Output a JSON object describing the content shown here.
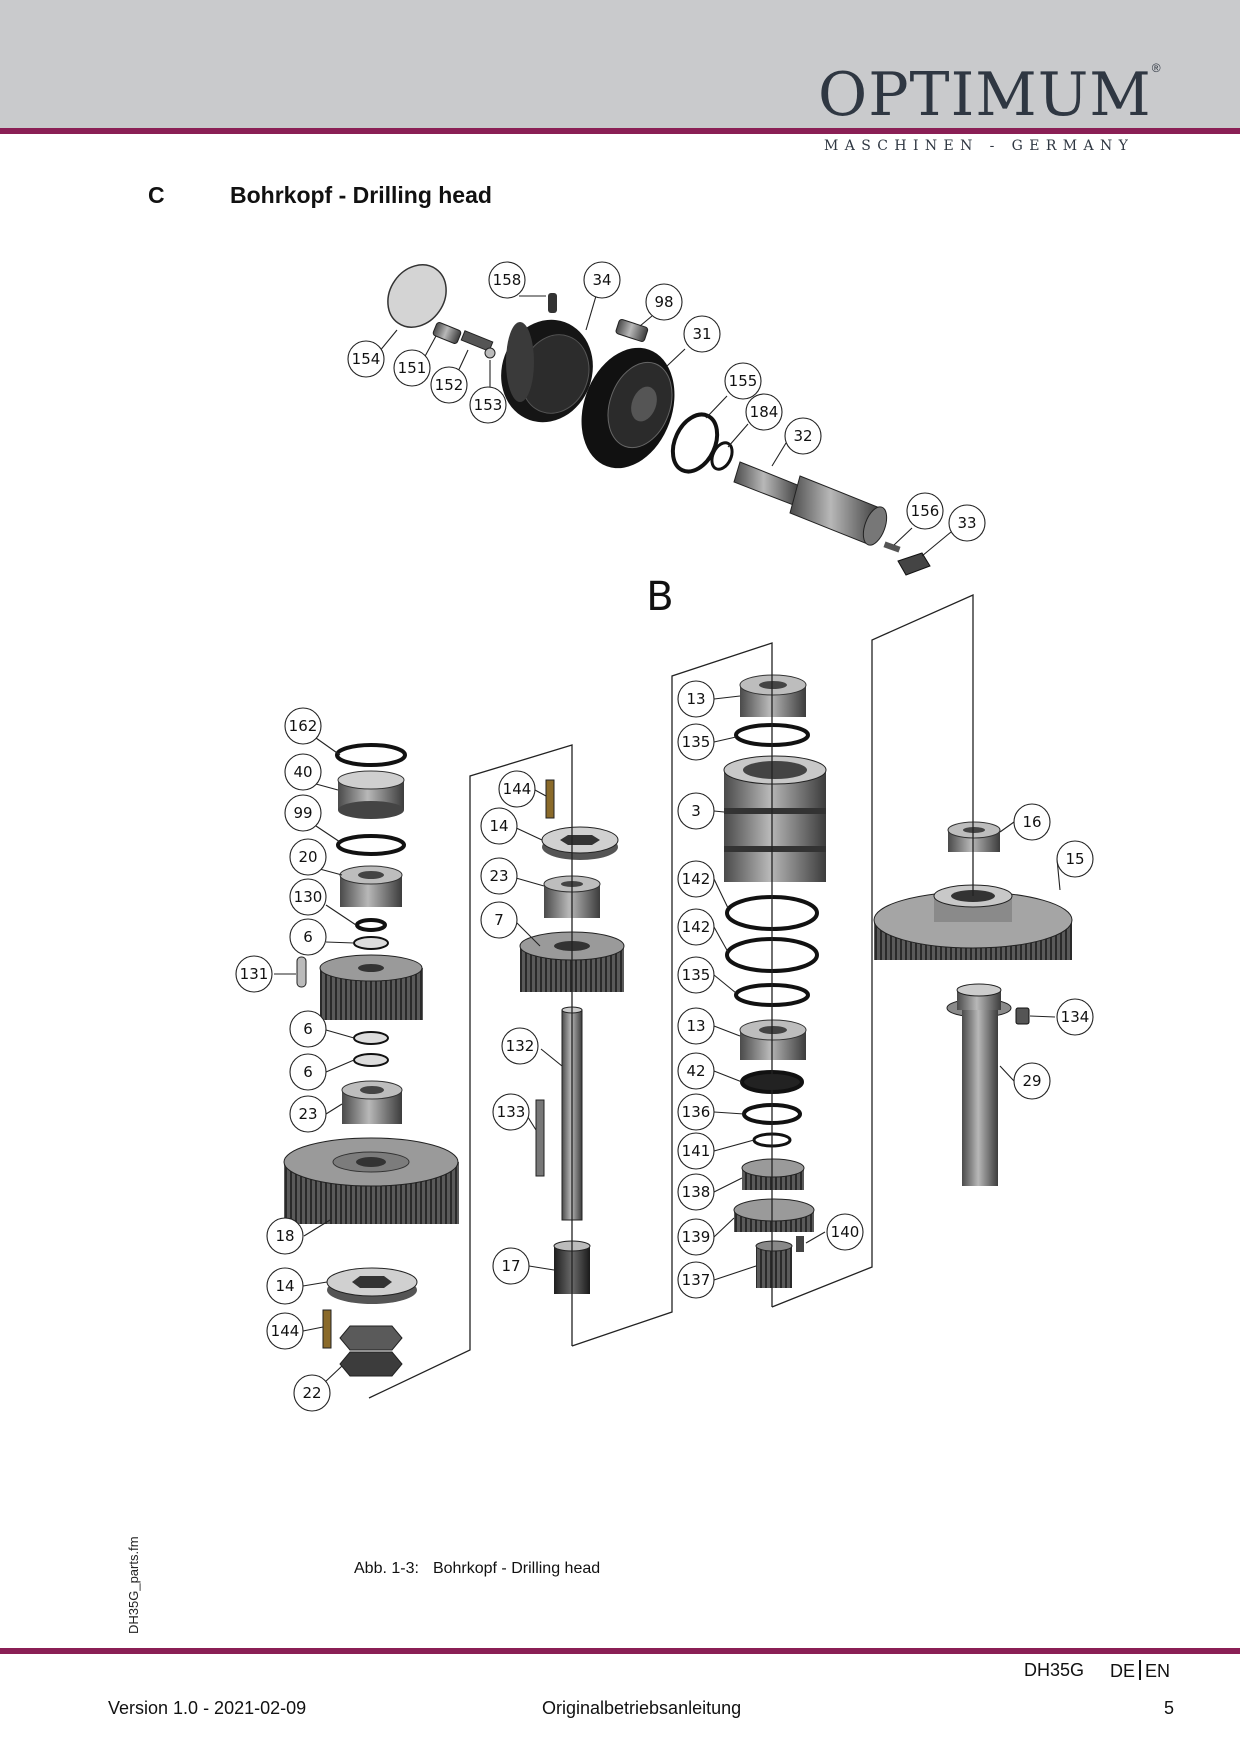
{
  "header": {
    "logo_text": "OPTIMUM",
    "logo_mark": "®",
    "tagline": "MASCHINEN - GERMANY",
    "colors": {
      "band": "#c9cacc",
      "rule": "#8a1f55",
      "logo": "#2f3742"
    }
  },
  "section": {
    "letter": "C",
    "title": "Bohrkopf - Drilling head"
  },
  "diagram": {
    "group_label": "B",
    "callouts_top": [
      "154",
      "151",
      "152",
      "153",
      "158",
      "34",
      "98",
      "31",
      "155",
      "184",
      "32",
      "156",
      "33"
    ],
    "callouts_col1": [
      "162",
      "40",
      "99",
      "20",
      "130",
      "6",
      "131",
      "6",
      "6",
      "23",
      "18",
      "14",
      "144",
      "22"
    ],
    "callouts_col2": [
      "144",
      "14",
      "23",
      "7",
      "132",
      "133",
      "17"
    ],
    "callouts_col3": [
      "13",
      "135",
      "3",
      "142",
      "142",
      "135",
      "13",
      "42",
      "136",
      "141",
      "138",
      "139",
      "140",
      "137"
    ],
    "callouts_col4": [
      "16",
      "15",
      "134",
      "29"
    ]
  },
  "side_file": "DH35G_parts.fm",
  "caption": {
    "label": "Abb. 1-3:",
    "text": "Bohrkopf - Drilling head"
  },
  "footer": {
    "model": "DH35G",
    "lang_de": "DE",
    "lang_en": "EN",
    "version": "Version 1.0 - 2021-02-09",
    "doc_type": "Originalbetriebsanleitung",
    "page": "5"
  }
}
